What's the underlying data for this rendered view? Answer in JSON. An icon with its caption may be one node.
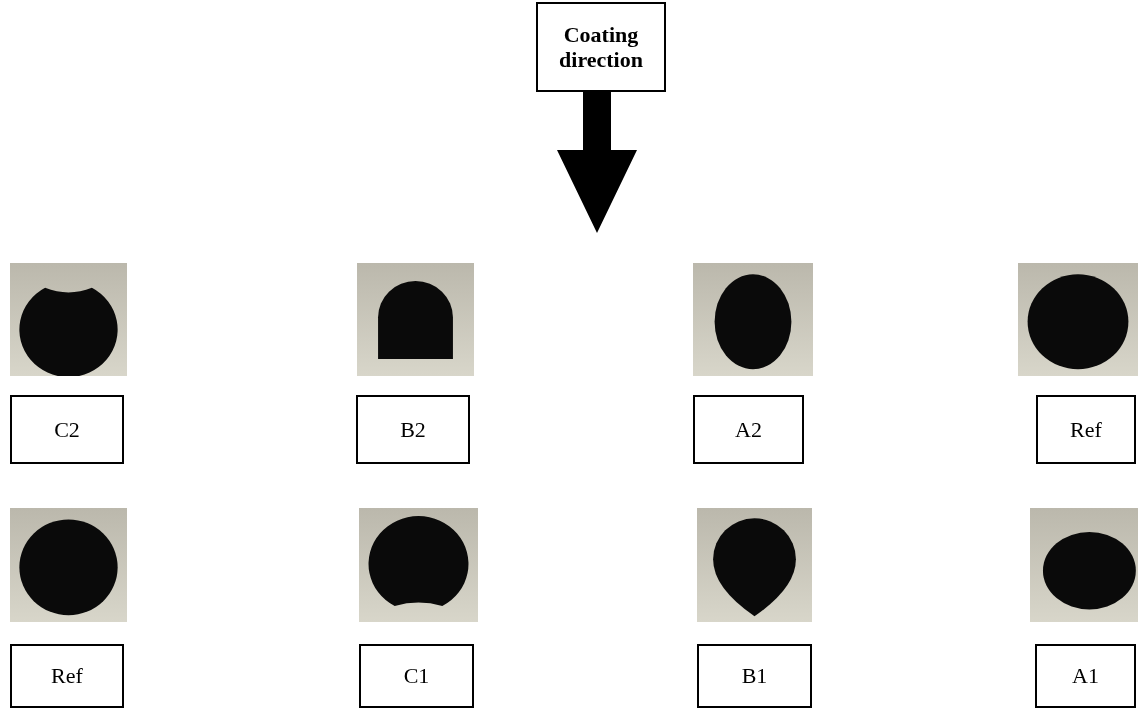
{
  "diagram": {
    "nodes": [
      {
        "text": [
          "Coating direction"
        ]
      },
      {
        "text": [
          "C2"
        ]
      },
      {
        "text": [
          "B2"
        ]
      },
      {
        "text": [
          "A2"
        ]
      },
      {
        "text": [
          "Ref"
        ]
      },
      {
        "text": [
          "Ref"
        ]
      },
      {
        "text": [
          "C1"
        ]
      },
      {
        "text": [
          "B1"
        ]
      },
      {
        "text": [
          "A1"
        ]
      }
    ]
  }
}
